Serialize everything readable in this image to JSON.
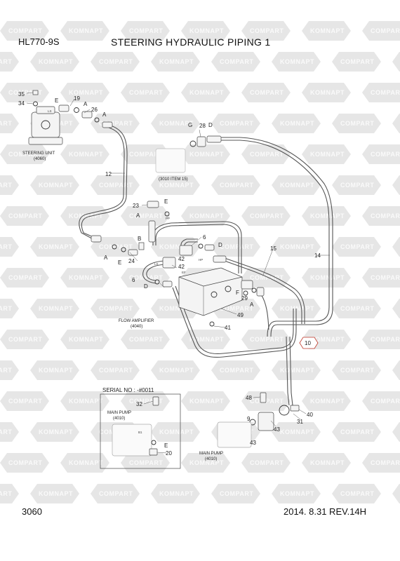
{
  "header": {
    "model": "HL770-9S",
    "title": "STEERING HYDRAULIC PIPING 1"
  },
  "footer": {
    "page_number": "3060",
    "revision": "2014. 8.31  REV.14H"
  },
  "watermark": {
    "text_a": "KOMNAPT",
    "text_b": "COMPART",
    "color": "#e6e6e6"
  },
  "assemblies": {
    "steering_unit": {
      "name": "STEERING UNIT",
      "ref": "(4060)"
    },
    "item15_ref": "(3010 ITEM 15)",
    "flow_amplifier": {
      "name": "FLOW AMPLIFIER",
      "ref": "(4040)"
    },
    "main_pump": {
      "name": "MAIN PUMP",
      "ref": "(4010)"
    },
    "serial_note": "SERIAL NO : -#0011"
  },
  "callouts": {
    "c35": "35",
    "c34": "34",
    "c19": "19",
    "c26": "26",
    "c12": "12",
    "c23": "23",
    "c24": "24",
    "c6a": "6",
    "c6b": "6",
    "c42a": "42",
    "c42b": "42",
    "c49": "49",
    "c41": "41",
    "c29": "29",
    "c15": "15",
    "c14": "14",
    "c28": "28",
    "c10": "10",
    "c48": "48",
    "c9": "9",
    "c43a": "43",
    "c43b": "43",
    "c31": "31",
    "c40": "40",
    "c32": "32",
    "c20": "20"
  },
  "letters": {
    "E": "E",
    "A": "A",
    "G": "G",
    "D": "D",
    "B": "B",
    "F": "F"
  },
  "port_marks": {
    "ls": "LS",
    "pp": "PP",
    "ef": "EF",
    "hp": "HP",
    "b1": "B1"
  }
}
